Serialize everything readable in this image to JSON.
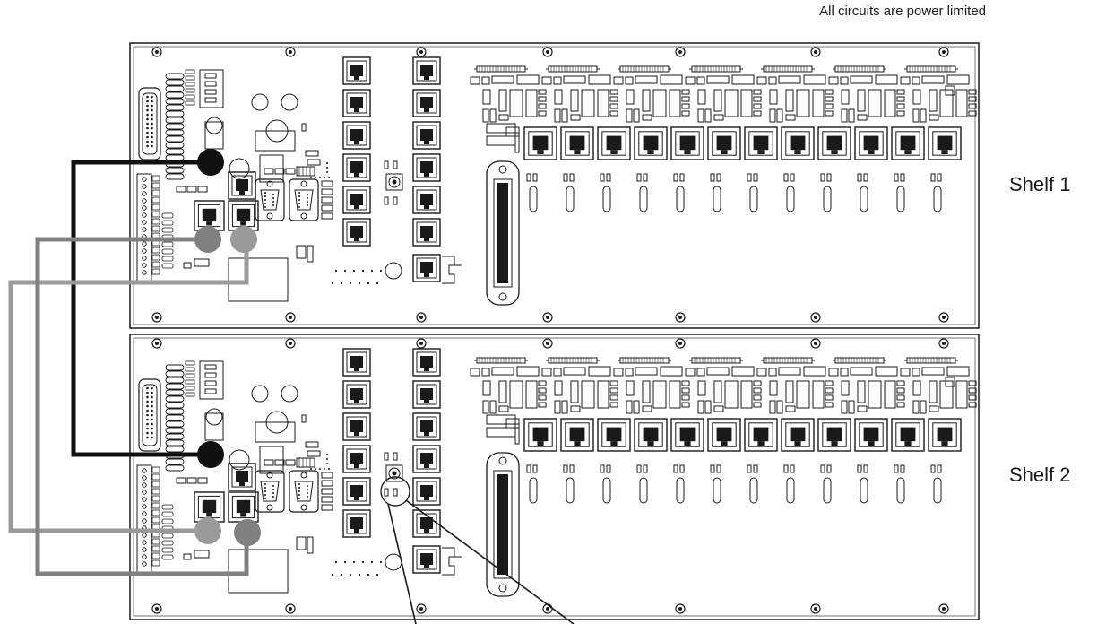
{
  "note": "All circuits are power limited",
  "shelves": [
    {
      "label": "Shelf 1"
    },
    {
      "label": "Shelf 2"
    }
  ],
  "cables": [
    {
      "color": "#111111"
    },
    {
      "color": "#9a9a9a"
    },
    {
      "color": "#808080"
    }
  ],
  "colors": {
    "line": "#1a1a1a",
    "background": "#ffffff"
  }
}
